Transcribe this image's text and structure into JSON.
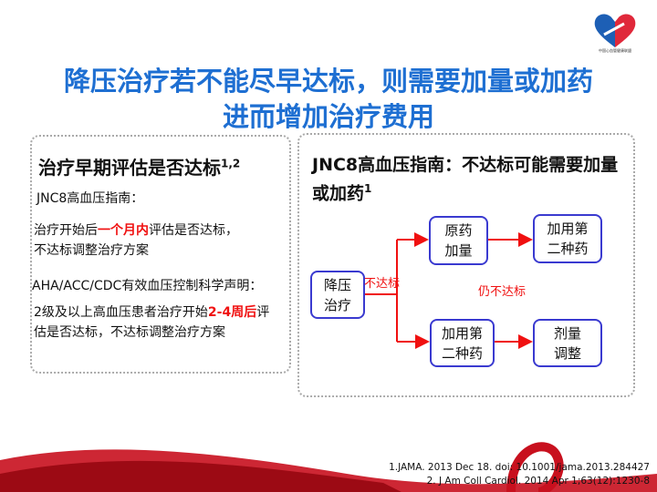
{
  "title": {
    "line1": "降压治疗若不能尽早达标，则需要加量或加药",
    "line2": "进而增加治疗费用"
  },
  "logo": {
    "text": "中国心血管健康联盟",
    "colors": {
      "red": "#e0283a",
      "blue": "#1d5fb5"
    }
  },
  "left": {
    "heading": "治疗早期评估是否达标",
    "heading_sup": "1,2",
    "jnc": "JNC8高血压指南：",
    "p1a": "治疗开始后",
    "p1b": "一个月内",
    "p1c": "评估是否达标，",
    "p1d": "不达标调整治疗方案",
    "aha": "AHA/ACC/CDC有效血压控制科学声明：",
    "p2a": "2级及以上高血压患者治疗开始",
    "p2b": "2-4周后",
    "p2c": "评估是否达标，不达标调整治疗方案"
  },
  "right": {
    "heading": "JNC8高血压指南：不达标可能需要加量或加药",
    "heading_sup": "1",
    "flow": {
      "start": "降压\n治疗",
      "top1": "原药\n加量",
      "top2": "加用第\n二种药",
      "bot1": "加用第\n二种药",
      "bot2": "剂量\n调整",
      "label1": "不达标",
      "label2": "仍不达标"
    }
  },
  "refs": [
    "1.JAMA. 2013 Dec 18. doi: 10.1001/jama.2013.284427",
    "2. J Am Coll Cardiol. 2014 Apr 1;63(12):1230-8"
  ],
  "colors": {
    "title": "#1e6fd2",
    "accent": "#f01010",
    "box": "#3a3ad0"
  }
}
